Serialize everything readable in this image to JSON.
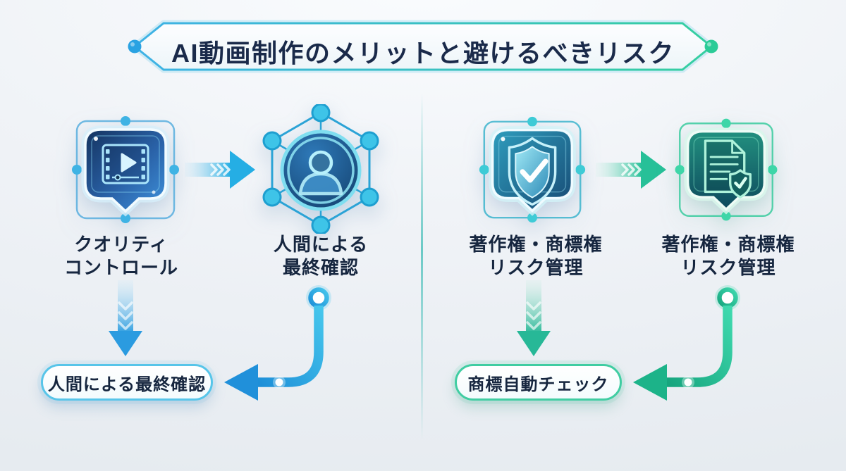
{
  "title": "AI動画制作のメリットと避けるべきリスク",
  "colors": {
    "blue_accent": "#24a7e3",
    "green_accent": "#2bc89b",
    "text_navy": "#16263f",
    "background": "#eef1f5"
  },
  "left_flow": {
    "step1": {
      "icon": "video-play-icon",
      "label_line1": "クオリティ",
      "label_line2": "コントロール"
    },
    "step2": {
      "icon": "human-network-icon",
      "label_line1": "人間による",
      "label_line2": "最終確認"
    },
    "result_label": "人間による最終確認"
  },
  "right_flow": {
    "step1": {
      "icon": "shield-check-icon",
      "label_line1": "著作権・商標権",
      "label_line2": "リスク管理"
    },
    "step2": {
      "icon": "document-check-icon",
      "label_line1": "著作権・商標権",
      "label_line2": "リスク管理"
    },
    "result_label": "商標自動チェック"
  }
}
